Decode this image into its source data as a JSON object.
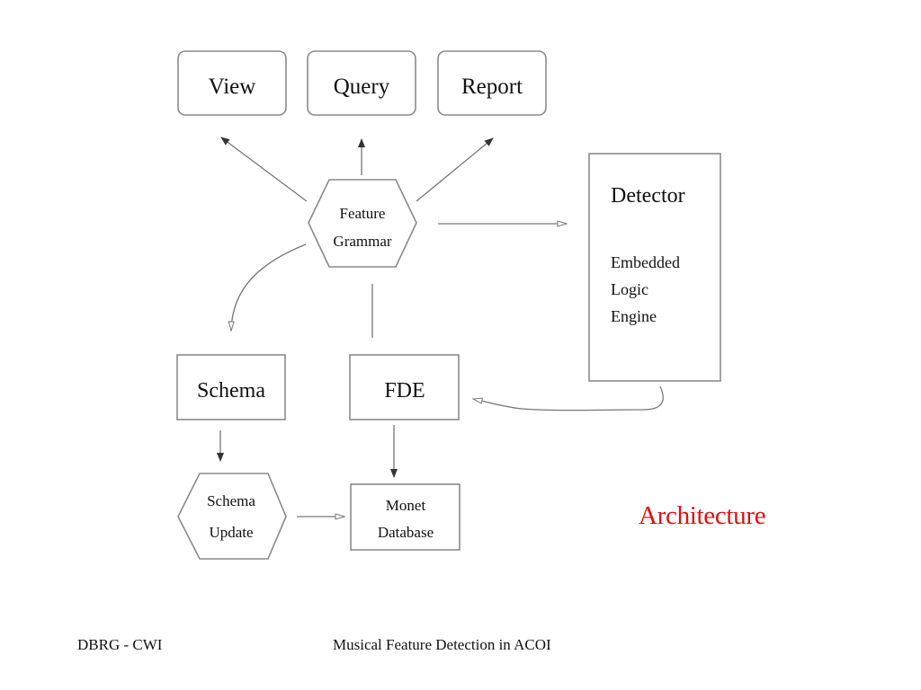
{
  "slide": {
    "title": "Architecture",
    "title_color": "#e01010",
    "footer_left": "DBRG - CWI",
    "footer_center": "Musical Feature Detection in ACOI"
  },
  "diagram": {
    "nodes": {
      "view": {
        "label": "View"
      },
      "query": {
        "label": "Query"
      },
      "report": {
        "label": "Report"
      },
      "feature_grammar": {
        "line1": "Feature",
        "line2": "Grammar"
      },
      "detector": {
        "title": "Detector",
        "line1": "Embedded",
        "line2": "Logic",
        "line3": "Engine"
      },
      "schema": {
        "label": "Schema"
      },
      "fde": {
        "label": "FDE"
      },
      "schema_update": {
        "line1": "Schema",
        "line2": "Update"
      },
      "monet_database": {
        "line1": "Monet",
        "line2": "Database"
      }
    },
    "edges": [
      {
        "from": "feature_grammar",
        "to": "view"
      },
      {
        "from": "feature_grammar",
        "to": "query"
      },
      {
        "from": "feature_grammar",
        "to": "report"
      },
      {
        "from": "feature_grammar",
        "to": "detector"
      },
      {
        "from": "feature_grammar",
        "to": "schema"
      },
      {
        "from": "feature_grammar",
        "to": "fde"
      },
      {
        "from": "detector",
        "to": "fde"
      },
      {
        "from": "schema",
        "to": "schema_update"
      },
      {
        "from": "fde",
        "to": "monet_database"
      },
      {
        "from": "schema_update",
        "to": "monet_database"
      }
    ]
  }
}
